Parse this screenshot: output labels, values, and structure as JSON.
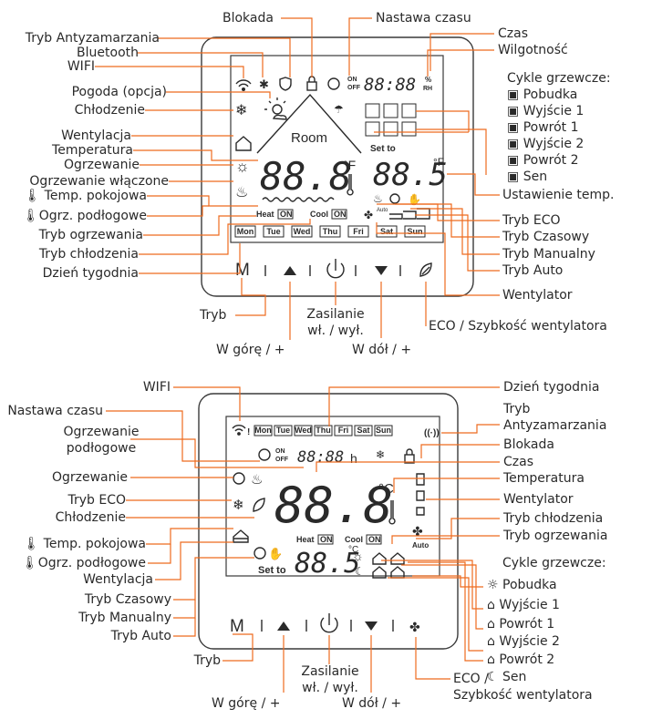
{
  "top": {
    "left_labels": [
      "Tryb Antyzamarzania",
      "Bluetooth",
      "WIFI",
      "Pogoda (opcja)",
      "Chłodzenie",
      "Wentylacja",
      "Temperatura",
      "Ogrzewanie",
      "Ogrzewanie włączone",
      "Temp. pokojowa",
      "Ogrz. podłogowe",
      "Tryb ogrzewania",
      "Tryb chłodzenia",
      "Dzień tygodnia"
    ],
    "top_labels": [
      "Blokada",
      "Nastawa czasu"
    ],
    "right_labels": [
      "Czas",
      "Wilgotność"
    ],
    "cycles_title": "Cykle grzewcze:",
    "cycles": [
      "Pobudka",
      "Wyjście 1",
      "Powrót 1",
      "Wyjście 2",
      "Powrót 2",
      "Sen"
    ],
    "right_lower": [
      "Ustawienie temp.",
      "Tryb ECO",
      "Tryb Czasowy",
      "Tryb Manualny",
      "Tryb Auto",
      "Wentylator"
    ],
    "bottom_labels": [
      "Tryb",
      "W górę / +",
      "Zasilanie",
      "wł. / wył.",
      "W dół / +",
      "ECO / Szybkość wentylatora"
    ],
    "lcd": {
      "room": "Room",
      "set_to": "Set to",
      "heat": "Heat",
      "cool": "Cool",
      "on": "ON",
      "off": "OFF",
      "auto": "Auto",
      "main_digits": "88.8",
      "set_digits": "88.5",
      "clock_digits": "88:88",
      "f_unit": "°F"
    }
  },
  "bottom": {
    "left_labels": [
      "WIFI",
      "Nastawa czasu",
      "Ogrzewanie",
      "podłogowe",
      "Ogrzewanie",
      "Tryb ECO",
      "Chłodzenie",
      "Temp. pokojowa",
      "Ogrz. podłogowe",
      "Wentylacja",
      "Tryb Czasowy",
      "Tryb Manualny",
      "Tryb Auto",
      "Tryb"
    ],
    "right_labels": [
      "Dzień tygodnia",
      "Tryb",
      "Antyzamarzania",
      "Blokada",
      "Czas",
      "Temperatura",
      "Wentylator",
      "Tryb chłodzenia",
      "Tryb ogrzewania"
    ],
    "cycles_title": "Cykle grzewcze:",
    "cycles": [
      "Pobudka",
      "Wyjście 1",
      "Powrót 1",
      "Wyjście 2",
      "Powrót 2",
      "Sen"
    ],
    "bottom_labels": [
      "Zasilanie",
      "wł. / wył.",
      "W górę / +",
      "W dół / +",
      "ECO /",
      "Szybkość wentylatora"
    ],
    "lcd": {
      "set_to": "Set to",
      "heat": "Heat",
      "cool": "Cool",
      "on": "ON",
      "off": "OFF",
      "auto": "Auto",
      "main_digits": "88.8",
      "set_digits": "88.5",
      "clock_digits": "88:88",
      "h": "h",
      "c_unit": "°C"
    }
  },
  "days": [
    "Mon",
    "Tue",
    "Wed",
    "Thu",
    "Fri",
    "Sat",
    "Sun"
  ],
  "buttons": {
    "mode": "M"
  },
  "colors": {
    "leader": "#ee6b1f",
    "ink": "#2a2a2a"
  }
}
